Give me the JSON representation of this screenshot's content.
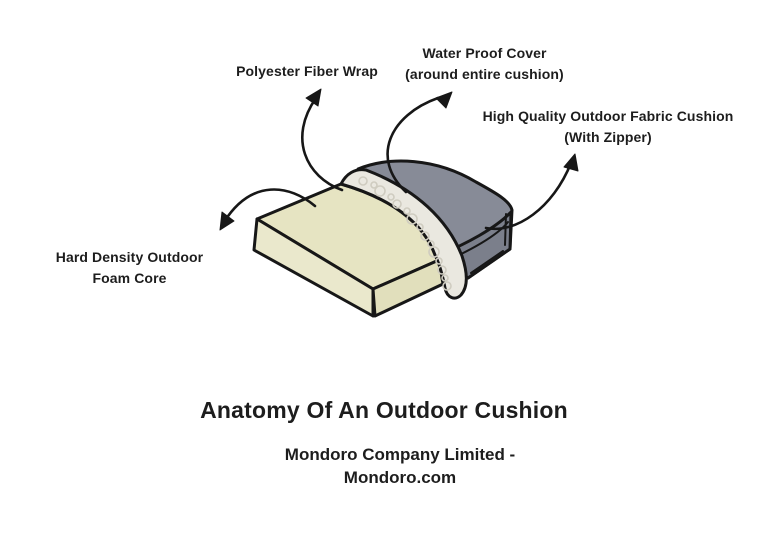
{
  "figure": {
    "title": "Anatomy Of An Outdoor Cushion",
    "subtitle": "Mondoro Company Limited -\nMondoro.com"
  },
  "labels": {
    "fiber_wrap": "Polyester Fiber Wrap",
    "water_proof": "Water Proof Cover\n(around entire cushion)",
    "fabric_cushion": "High Quality Outdoor Fabric Cushion\n(With Zipper)",
    "foam_core": "Hard Density Outdoor\nFoam Core"
  },
  "colors": {
    "background": "#ffffff",
    "text": "#1d1d1d",
    "outline": "#171717",
    "foam_top": "#e6e4c2",
    "foam_front": "#eae8cc",
    "foam_side": "#e1dfbc",
    "wrap": "#eae8e0",
    "wrap_texture": "#cfccc0",
    "cover_top": "#878b97",
    "cover_front": "#7b7f8b"
  }
}
